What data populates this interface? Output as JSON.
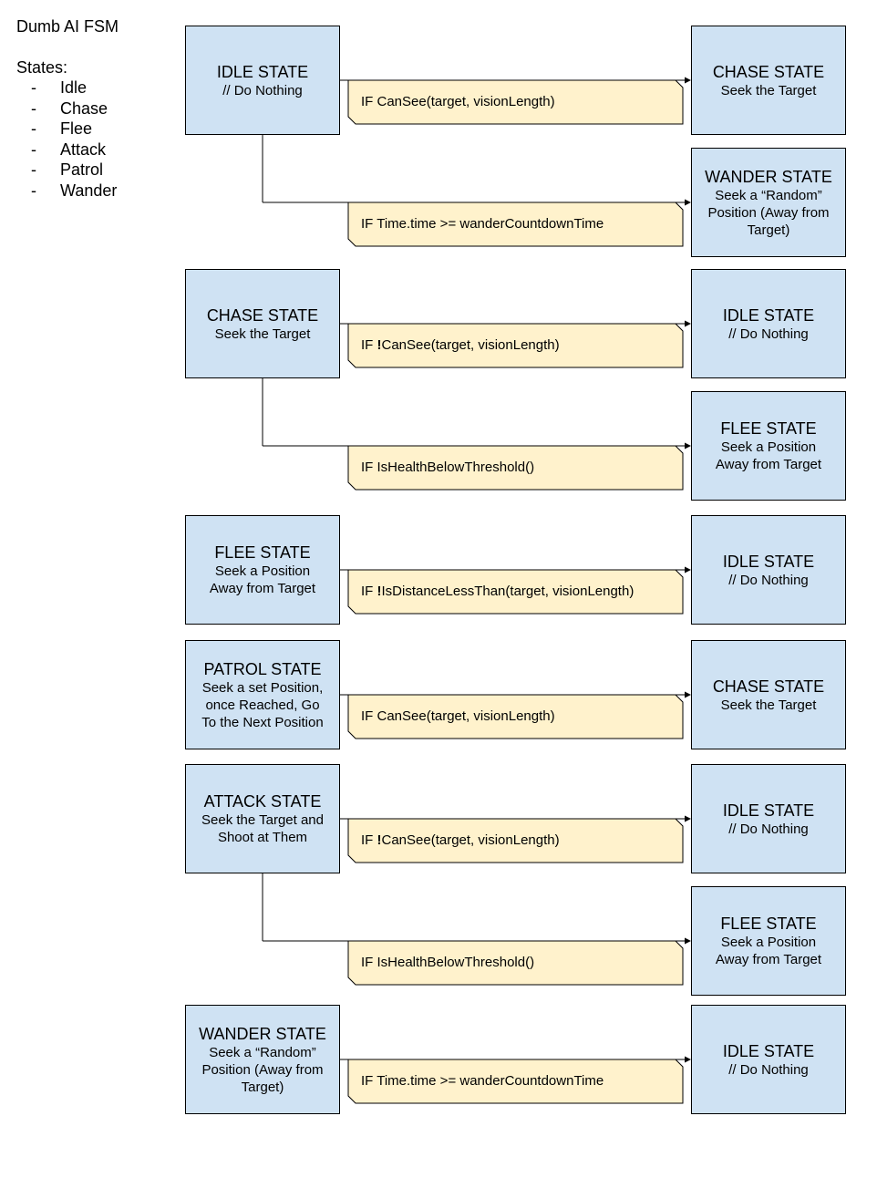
{
  "sidebar": {
    "title": "Dumb AI FSM",
    "states_label": "States:",
    "states": [
      "Idle",
      "Chase",
      "Flee",
      "Attack",
      "Patrol",
      "Wander"
    ]
  },
  "colors": {
    "state_fill": "#cfe2f3",
    "condition_fill": "#fff2cc",
    "stroke": "#000000"
  },
  "blocks": [
    {
      "source": {
        "title": "IDLE STATE",
        "desc": "// Do Nothing"
      },
      "transitions": [
        {
          "condition_prefix": "IF ",
          "condition_bold": "",
          "condition_rest": "CanSee(target, visionLength)",
          "target": {
            "title": "CHASE STATE",
            "desc": "Seek the Target"
          }
        },
        {
          "condition_prefix": "IF ",
          "condition_bold": "",
          "condition_rest": "Time.time >= wanderCountdownTime",
          "target": {
            "title": "WANDER STATE",
            "desc": "Seek a “Random”\nPosition (Away from\nTarget)"
          }
        }
      ]
    },
    {
      "source": {
        "title": "CHASE STATE",
        "desc": "Seek the Target"
      },
      "transitions": [
        {
          "condition_prefix": "IF ",
          "condition_bold": "!",
          "condition_rest": "CanSee(target, visionLength)",
          "target": {
            "title": "IDLE STATE",
            "desc": "// Do Nothing"
          }
        },
        {
          "condition_prefix": "IF ",
          "condition_bold": "",
          "condition_rest": "IsHealthBelowThreshold()",
          "target": {
            "title": "FLEE STATE",
            "desc": "Seek a Position\nAway from Target"
          }
        }
      ]
    },
    {
      "source": {
        "title": "FLEE STATE",
        "desc": "Seek a Position\nAway from Target"
      },
      "transitions": [
        {
          "condition_prefix": "IF ",
          "condition_bold": "!",
          "condition_rest": "IsDistanceLessThan(target, visionLength)",
          "target": {
            "title": "IDLE STATE",
            "desc": "// Do Nothing"
          }
        }
      ]
    },
    {
      "source": {
        "title": "PATROL STATE",
        "desc": "Seek a set Position,\nonce Reached, Go\nTo the Next Position"
      },
      "transitions": [
        {
          "condition_prefix": "IF ",
          "condition_bold": "",
          "condition_rest": "CanSee(target, visionLength)",
          "target": {
            "title": "CHASE STATE",
            "desc": "Seek the Target"
          }
        }
      ]
    },
    {
      "source": {
        "title": "ATTACK STATE",
        "desc": "Seek the Target and\nShoot at Them"
      },
      "transitions": [
        {
          "condition_prefix": "IF ",
          "condition_bold": "!",
          "condition_rest": "CanSee(target, visionLength)",
          "target": {
            "title": "IDLE STATE",
            "desc": "// Do Nothing"
          }
        },
        {
          "condition_prefix": "IF ",
          "condition_bold": "",
          "condition_rest": "IsHealthBelowThreshold()",
          "target": {
            "title": "FLEE STATE",
            "desc": "Seek a Position\nAway from Target"
          }
        }
      ]
    },
    {
      "source": {
        "title": "WANDER STATE",
        "desc": "Seek a “Random”\nPosition (Away from\nTarget)"
      },
      "transitions": [
        {
          "condition_prefix": "IF ",
          "condition_bold": "",
          "condition_rest": "Time.time >= wanderCountdownTime",
          "target": {
            "title": "IDLE STATE",
            "desc": "// Do Nothing"
          }
        }
      ]
    }
  ]
}
